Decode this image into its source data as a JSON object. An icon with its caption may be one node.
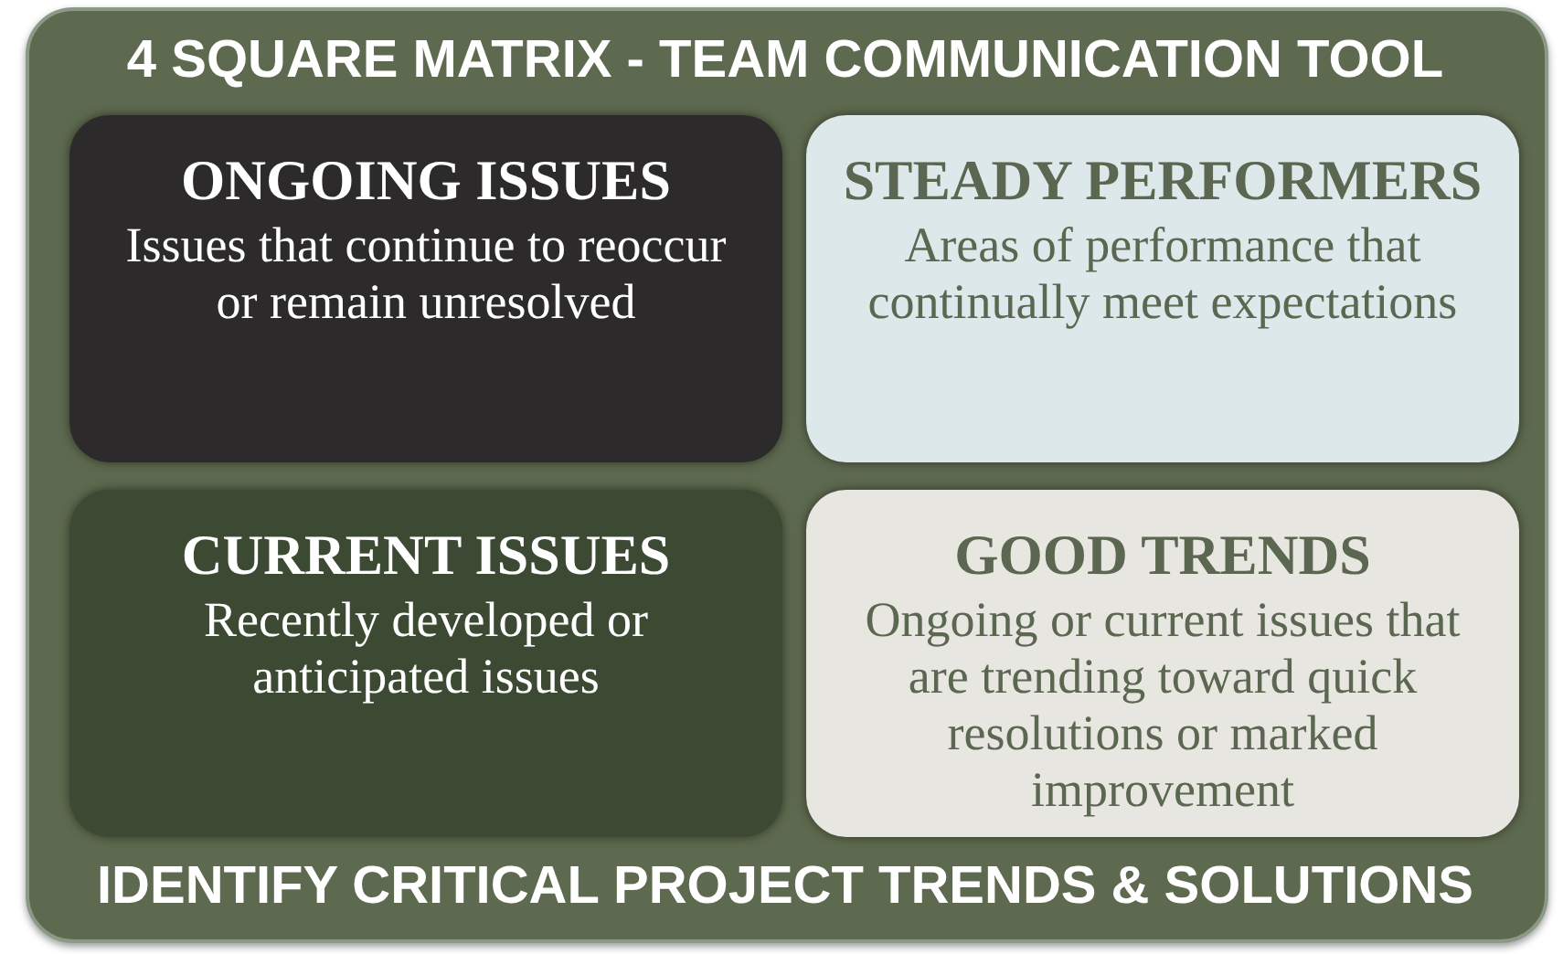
{
  "diagram": {
    "title": "4 SQUARE MATRIX - TEAM COMMUNICATION TOOL",
    "caption": "IDENTIFY CRITICAL PROJECT TRENDS & SOLUTIONS",
    "nodes": [
      {
        "text": [
          "ONGOING ISSUES",
          "Issues that continue to reoccur or remain unresolved"
        ]
      },
      {
        "text": [
          "STEADY PERFORMERS",
          "Areas of performance that continually meet expectations"
        ]
      },
      {
        "text": [
          "CURRENT ISSUES",
          "Recently developed or anticipated issues"
        ]
      },
      {
        "text": [
          "GOOD TRENDS",
          "Ongoing or current issues that are trending toward quick resolutions or marked improvement"
        ]
      }
    ],
    "edges": []
  }
}
